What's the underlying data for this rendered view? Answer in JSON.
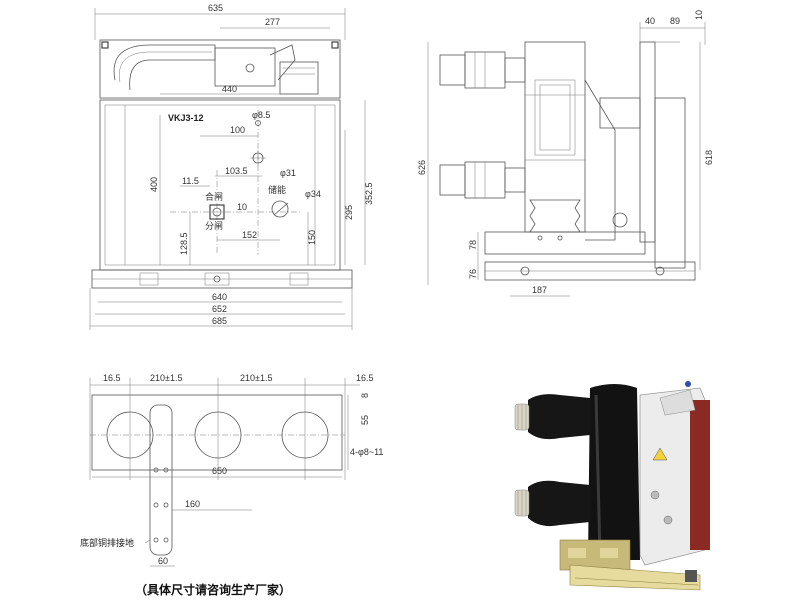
{
  "front_view": {
    "model_label": "VKJ3-12",
    "dims": {
      "top_width": "635",
      "top_offset": "277",
      "handle_width": "440",
      "pole_spacing": "100",
      "d_10335": "103.5",
      "d_115": "11.5",
      "d_10": "10",
      "d_1285": "128.5",
      "d_152": "152",
      "d_150": "150",
      "d_295": "295",
      "d_3525": "352.5",
      "d_400": "400",
      "base_640": "640",
      "base_652": "652",
      "base_685": "685",
      "hole_phi": "φ31"
    }
  },
  "side_view": {
    "dims": {
      "top_40": "40",
      "top_89": "89",
      "top_10": "10",
      "height_626": "626",
      "height_618": "618",
      "d_78": "78",
      "d_76": "76",
      "width_187": "187"
    }
  },
  "bottom_view": {
    "dims": {
      "edge_left": "16.5",
      "pitch_1": "210±1.5",
      "pitch_2": "210±1.5",
      "edge_right": "16.5",
      "d_8": "8",
      "d_55": "55",
      "hole_label": "4-φ8~11",
      "width_650": "650",
      "d_160": "160",
      "d_60": "60"
    },
    "ground_label": "底部铜排接地"
  },
  "note": "（具体尺寸请咨询生产厂家）",
  "colors": {
    "line": "#555555",
    "insulator": "#111111",
    "frame": "#e8e8e8",
    "terminal": "#d9d4c4",
    "base_plate": "#c7b97a"
  }
}
